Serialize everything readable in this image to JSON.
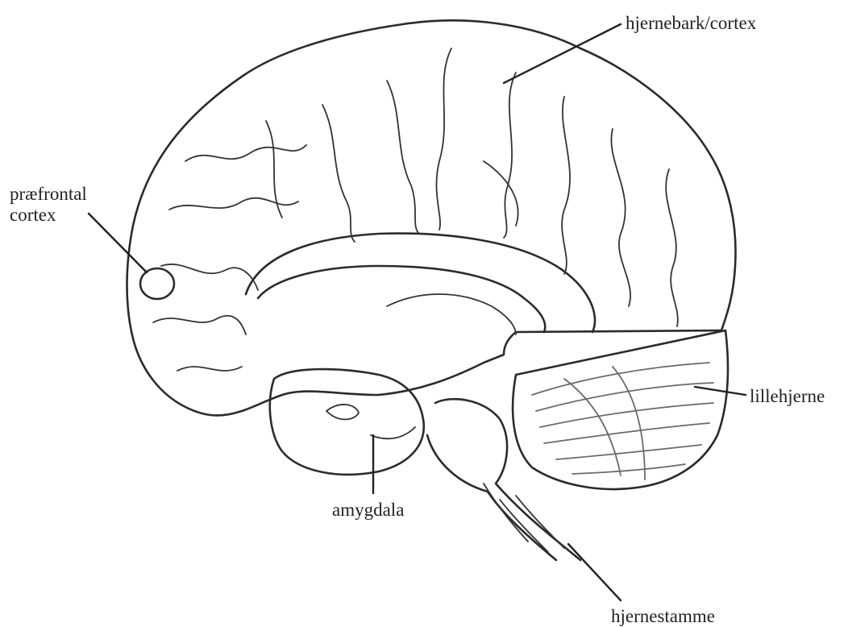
{
  "diagram": {
    "labels": {
      "cortex": "hjernebark/cortex",
      "prefrontal_line1": "præfrontal",
      "prefrontal_line2": "cortex",
      "cerebellum": "lillehjerne",
      "amygdala": "amygdala",
      "brainstem": "hjernestamme"
    },
    "colors": {
      "ink": "#2b2b2b",
      "background": "#ffffff",
      "cerebellum_shade": "#9a9a9a"
    }
  }
}
